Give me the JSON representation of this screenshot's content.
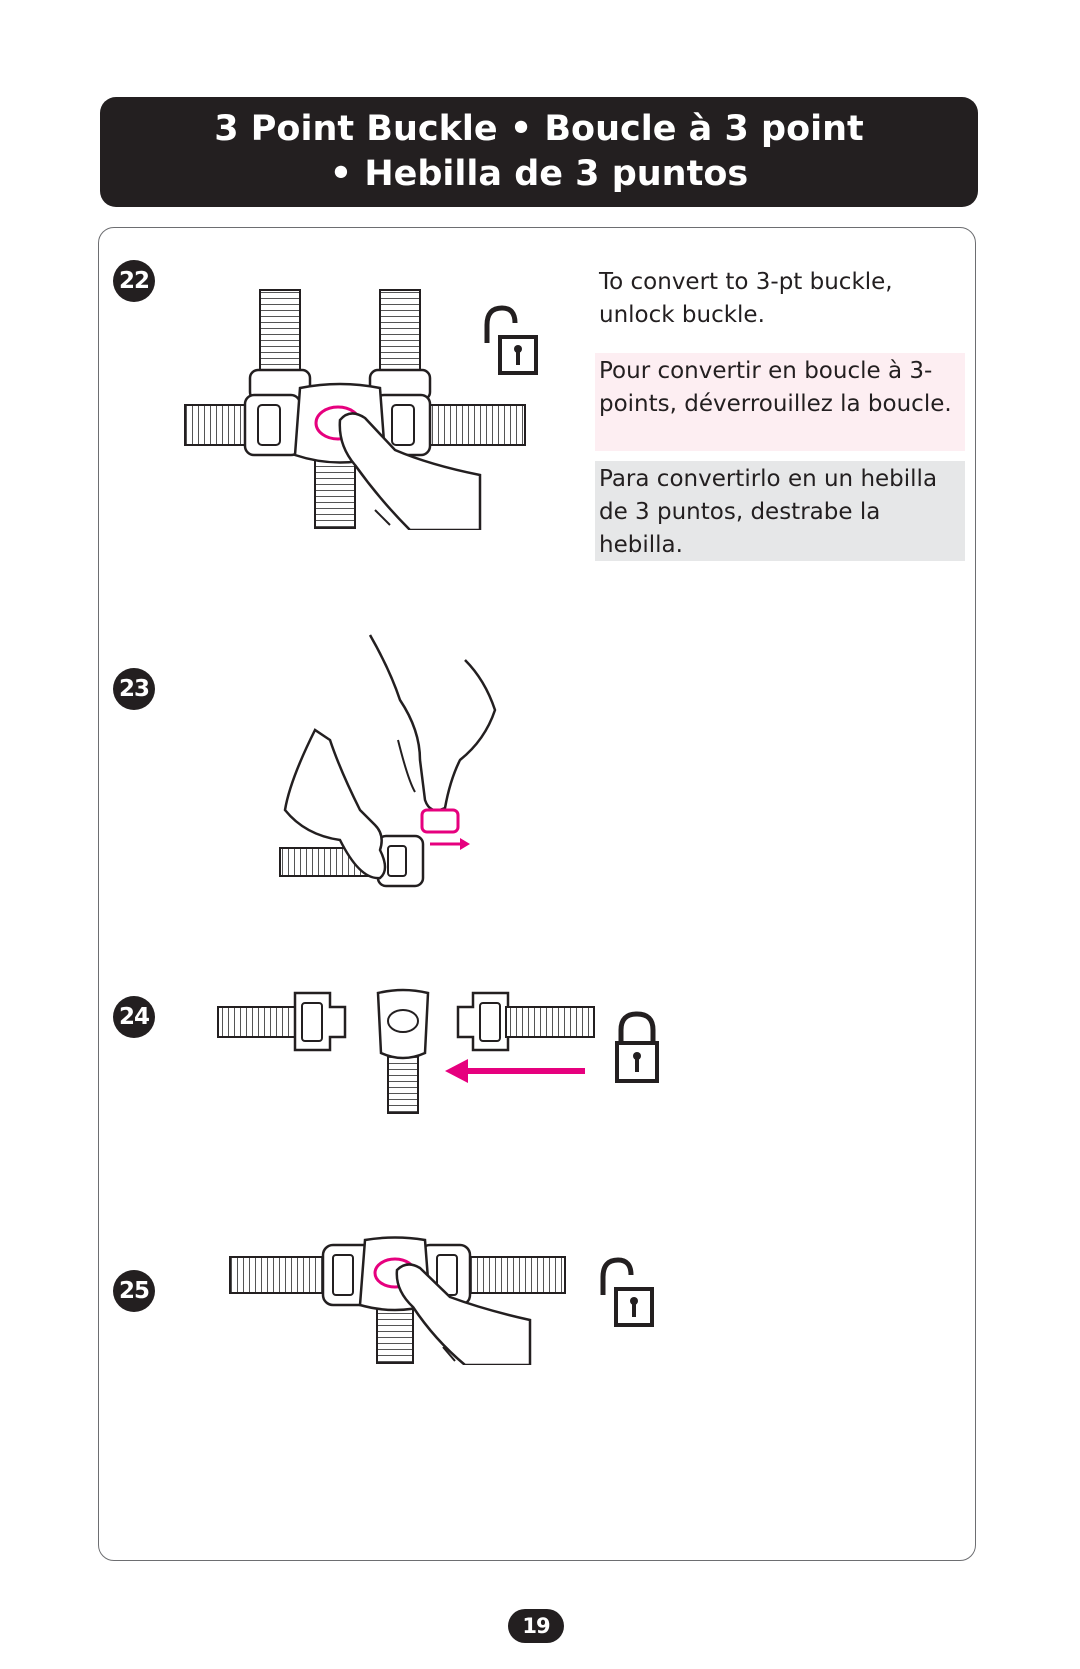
{
  "header": {
    "title_line1": "3 Point Buckle • Boucle à 3 point",
    "title_line2": "• Hebilla de 3 puntos"
  },
  "steps": [
    {
      "number": "22"
    },
    {
      "number": "23"
    },
    {
      "number": "24"
    },
    {
      "number": "25"
    }
  ],
  "instructions": {
    "en": "To convert to 3-pt buckle, unlock buckle.",
    "fr": "Pour convertir en boucle à 3-points, déverrouillez la boucle.",
    "es": "Para convertirlo en un hebilla de 3 puntos, destrabe la hebilla."
  },
  "icons": {
    "step22_lock": "unlocked-padlock-icon",
    "step24_lock": "locked-padlock-icon",
    "step25_lock": "unlocked-padlock-icon"
  },
  "colors": {
    "accent": "#e6007e",
    "ink": "#231f20",
    "french_bg": "#fdeef2",
    "spanish_bg": "#e6e7e8"
  },
  "page_number": "19"
}
